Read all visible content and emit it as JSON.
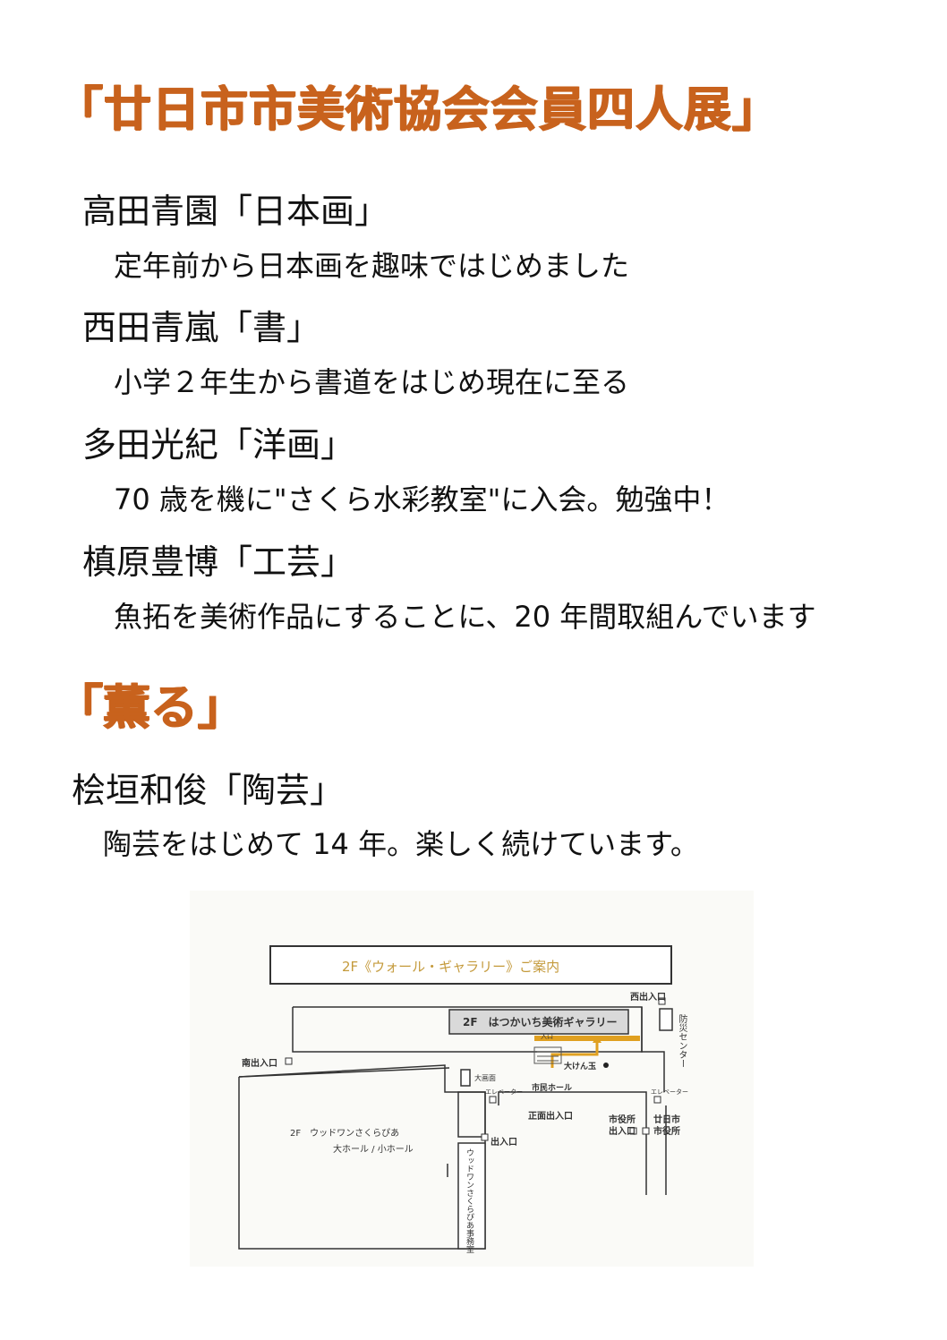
{
  "header": {
    "title": "「廿日市市美術協会会員四人展」"
  },
  "artists": [
    {
      "name": "高田青園「日本画」",
      "desc": "定年前から日本画を趣味ではじめました"
    },
    {
      "name": "西田青嵐「書」",
      "desc": "小学２年生から書道をはじめ現在に至る"
    },
    {
      "name": "多田光紀「洋画」",
      "desc": "70 歳を機に\"さくら水彩教室\"に入会。勉強中！"
    },
    {
      "name": "槙原豊博「工芸」",
      "desc": "魚拓を美術作品にすることに、20 年間取組んでいます"
    }
  ],
  "section2": {
    "title": "「薫る」",
    "artist": {
      "name": "桧垣和俊「陶芸」",
      "desc": "陶芸をはじめて 14 年。楽しく続けています。"
    }
  },
  "map": {
    "title": "2F《ウォール・ギャラリー》ご案内",
    "gallery": "2F　はつかいち美術ギャラリー",
    "entrance": "入口",
    "west_exit": "西出入口",
    "bousai": "防災センター",
    "south_exit": "南出入口",
    "big_screen": "大画面",
    "big_kendama": "大けん玉",
    "elevator_left": "エレベーター",
    "elevator_right": "エレベーター",
    "civic_hall": "市民ホール",
    "front_exit": "正面出入口",
    "city_hall_exit": "市役所出入口",
    "city_hall": "廿日市市役所",
    "exit": "出入口",
    "woodone_label": "2F　ウッドワンさくらぴあ",
    "halls": "大ホール / 小ホール",
    "office": "ウッドワンさくらぴあ事務室",
    "colors": {
      "accent": "#c8621d",
      "route": "#e0a020",
      "gallery_box": "#d9d9d9"
    }
  }
}
